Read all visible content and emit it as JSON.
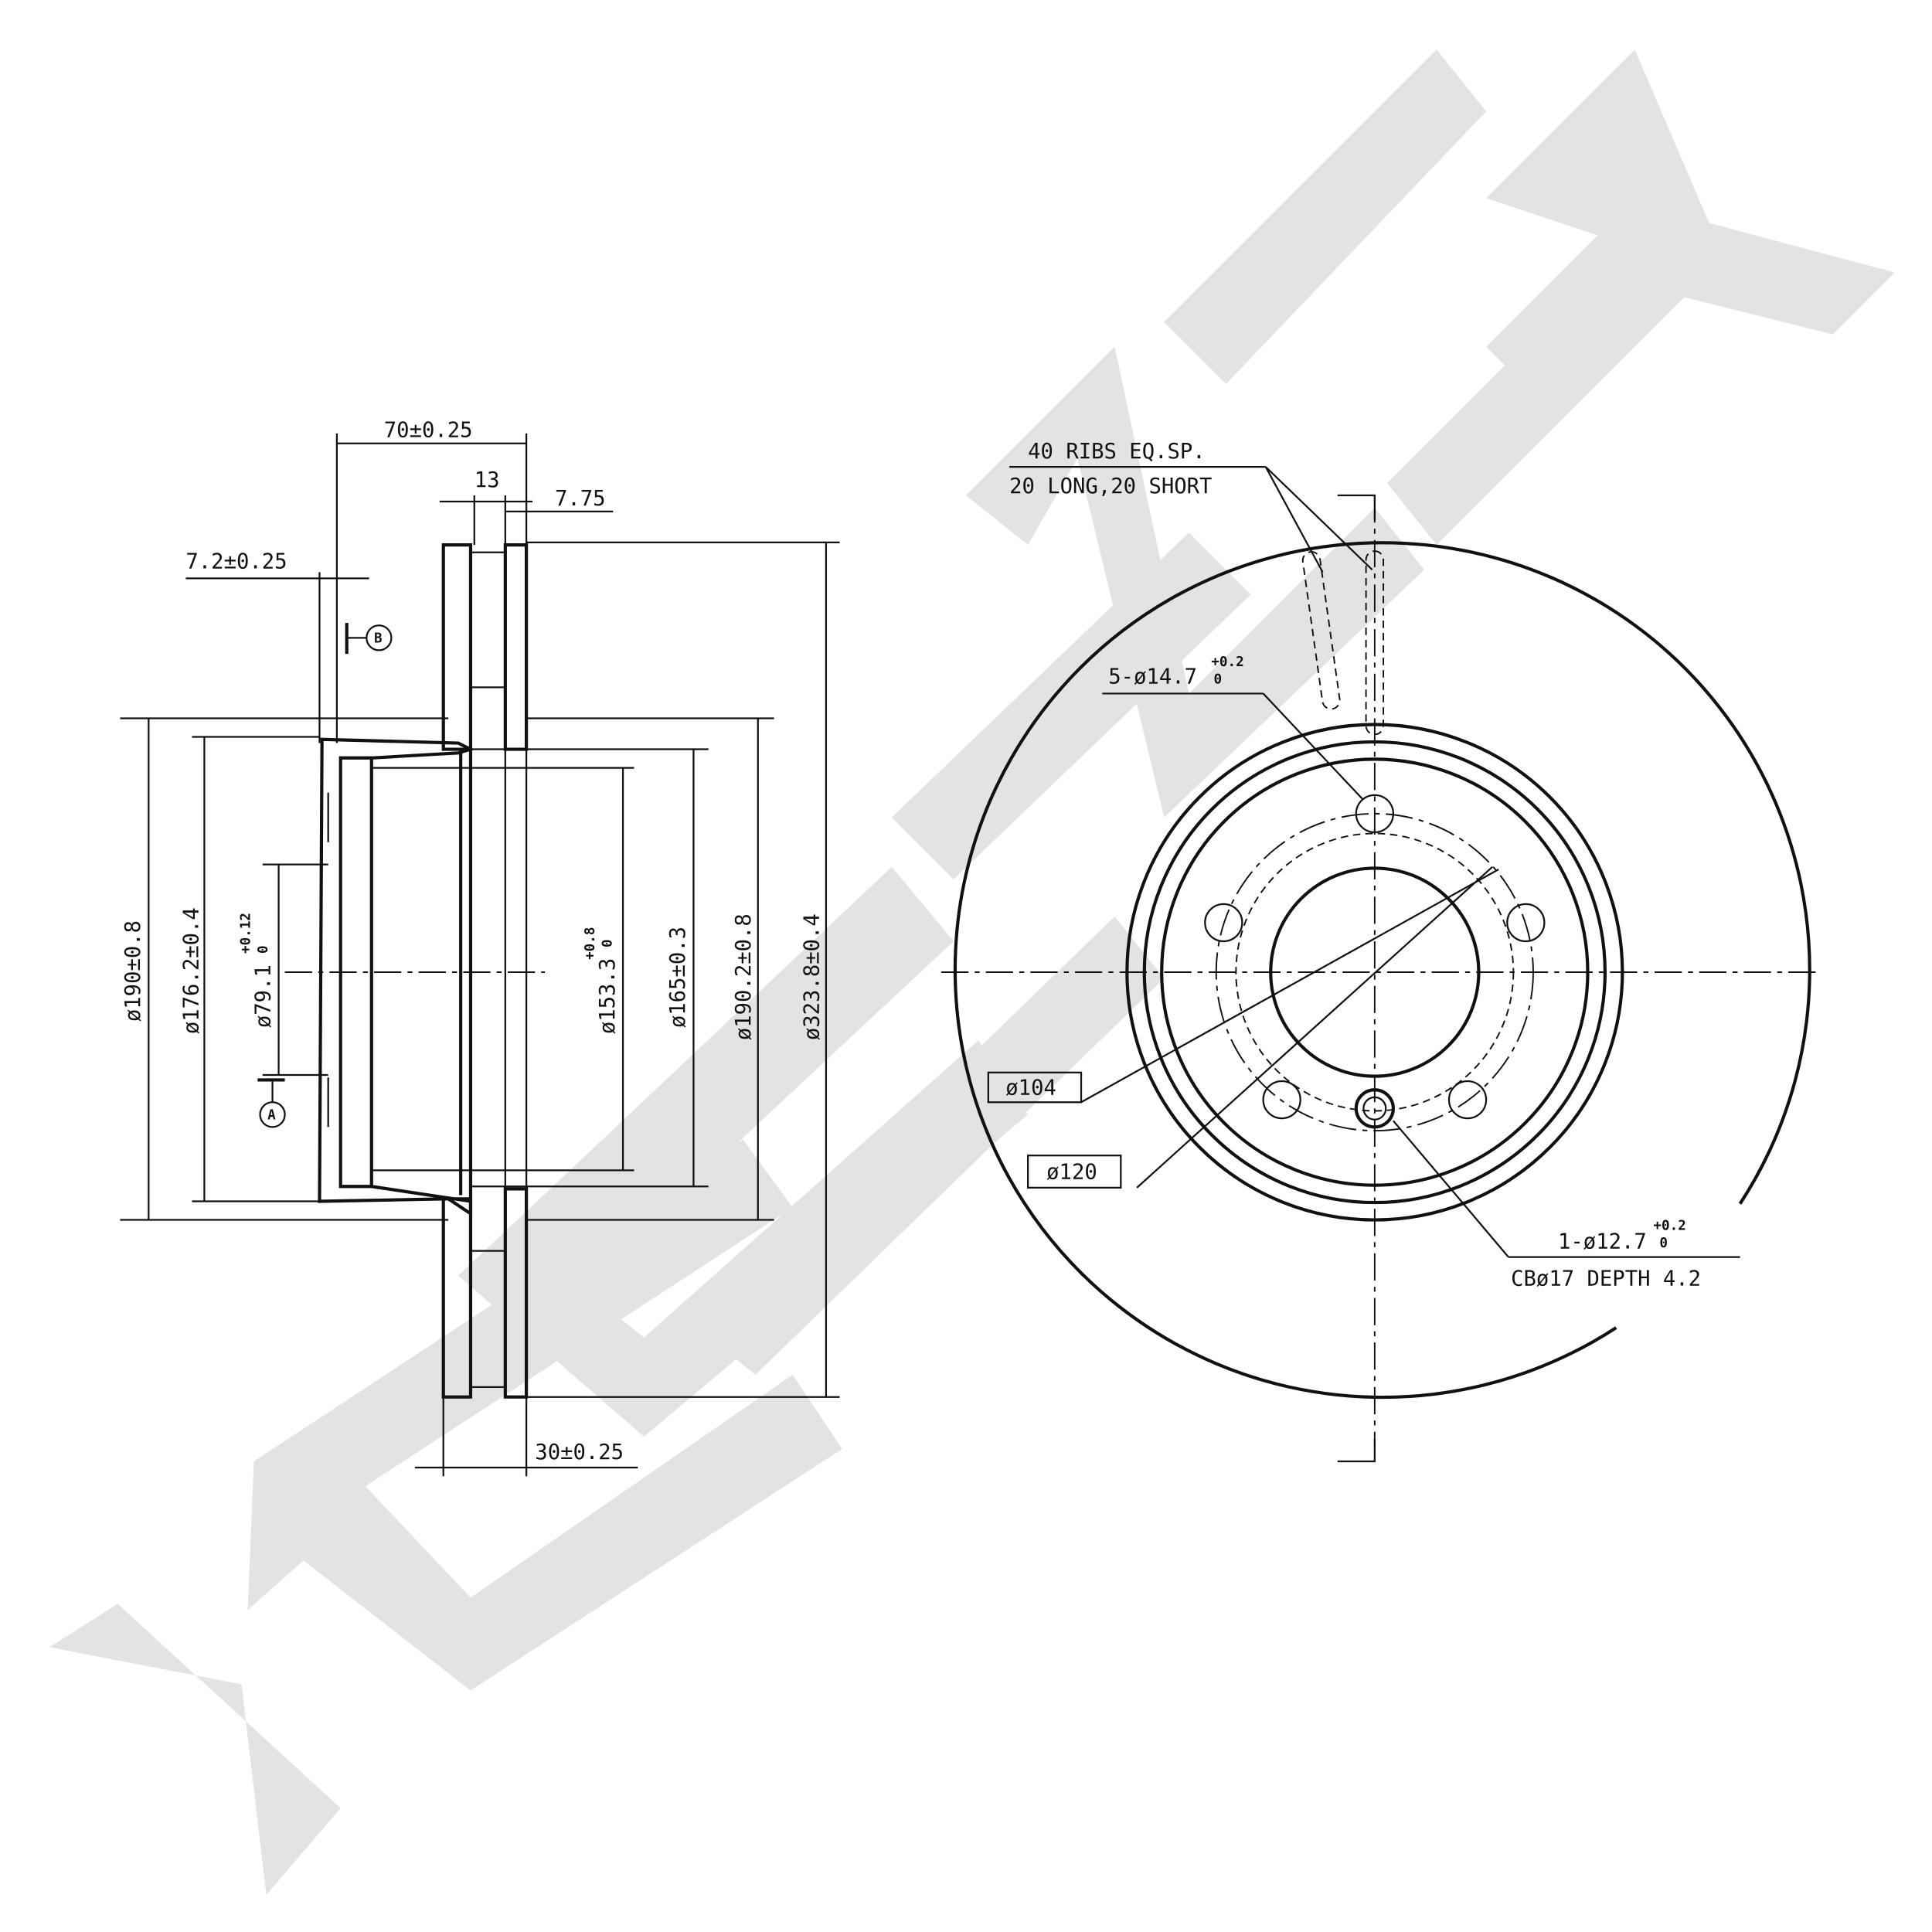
{
  "watermark": {
    "text": "ZENNTEK",
    "color": "#e3e3e3"
  },
  "side_view": {
    "dim_width_total": "70±0.25",
    "dim_13": "13",
    "dim_775": "7.75",
    "dim_hub_flange": "7.2±0.25",
    "dim_thickness": "30±0.25",
    "dia_190": "ø190±0.8",
    "dia_1762": "ø176.2±0.4",
    "dia_791": "ø79.1",
    "dia_791_tol_upper": "+0.12",
    "dia_791_tol_lower": "0",
    "dia_1533": "ø153.3",
    "dia_1533_tol_upper": "+0.8",
    "dia_1533_tol_lower": "0",
    "dia_165": "ø165±0.3",
    "dia_1902": "ø190.2±0.8",
    "dia_3238": "ø323.8±0.4",
    "datum_a": "A",
    "datum_b": "B"
  },
  "front_view": {
    "ribs_line1": "40 RIBS EQ.SP.",
    "ribs_line2": "20 LONG,20 SHORT",
    "bolt_holes": "5-ø14.7",
    "bolt_holes_tol_upper": "+0.2",
    "bolt_holes_tol_lower": "0",
    "dia_104": "ø104",
    "dia_120": "ø120",
    "pin_hole": "1-ø12.7",
    "pin_hole_tol_upper": "+0.2",
    "pin_hole_tol_lower": "0",
    "counterbore": "CBø17 DEPTH 4.2"
  }
}
